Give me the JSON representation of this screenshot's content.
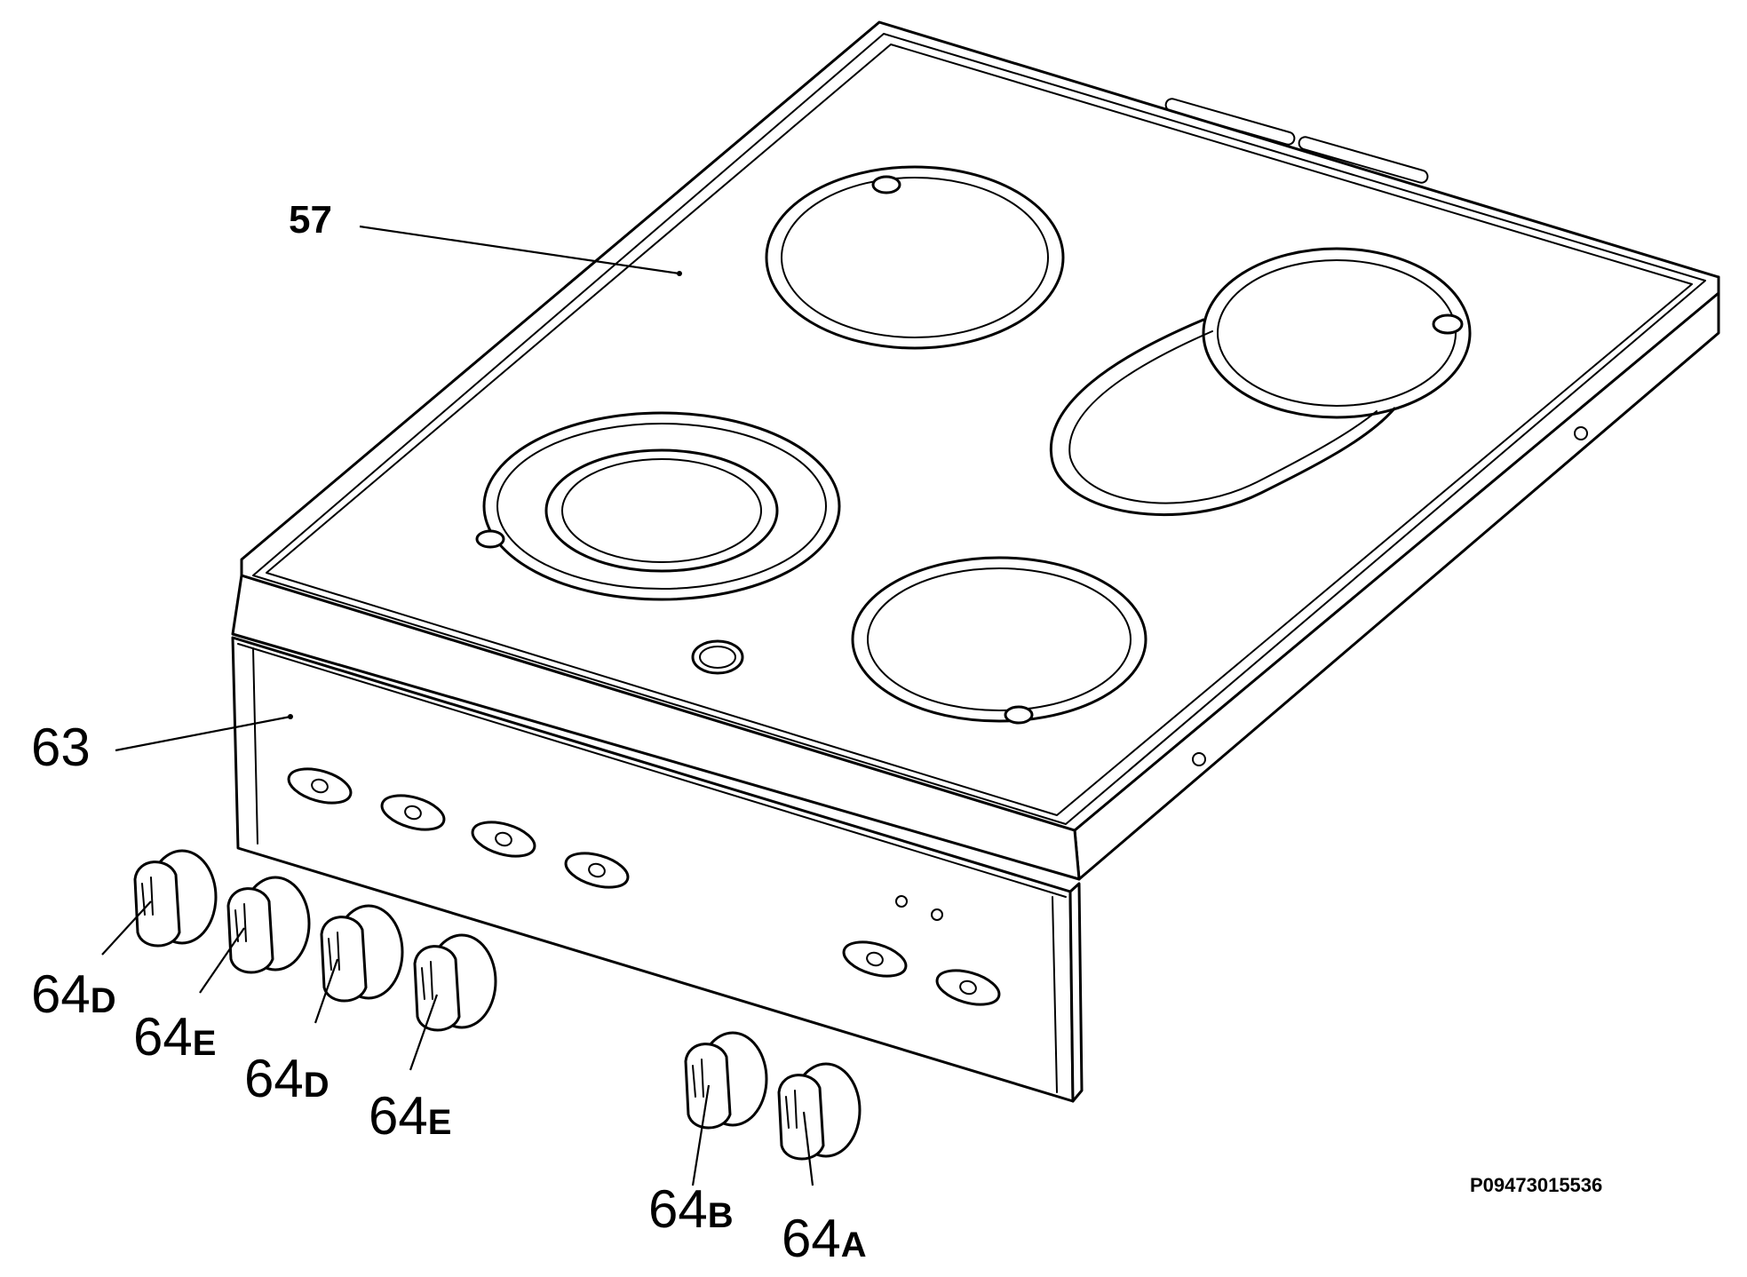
{
  "callouts": {
    "hob_top": "57",
    "control_panel": "63",
    "knob_1": {
      "num": "64",
      "sub": "D"
    },
    "knob_2": {
      "num": "64",
      "sub": "E"
    },
    "knob_3": {
      "num": "64",
      "sub": "D"
    },
    "knob_4": {
      "num": "64",
      "sub": "E"
    },
    "knob_5": {
      "num": "64",
      "sub": "B"
    },
    "knob_6": {
      "num": "64",
      "sub": "A"
    }
  },
  "reference_code": "P09473015536"
}
